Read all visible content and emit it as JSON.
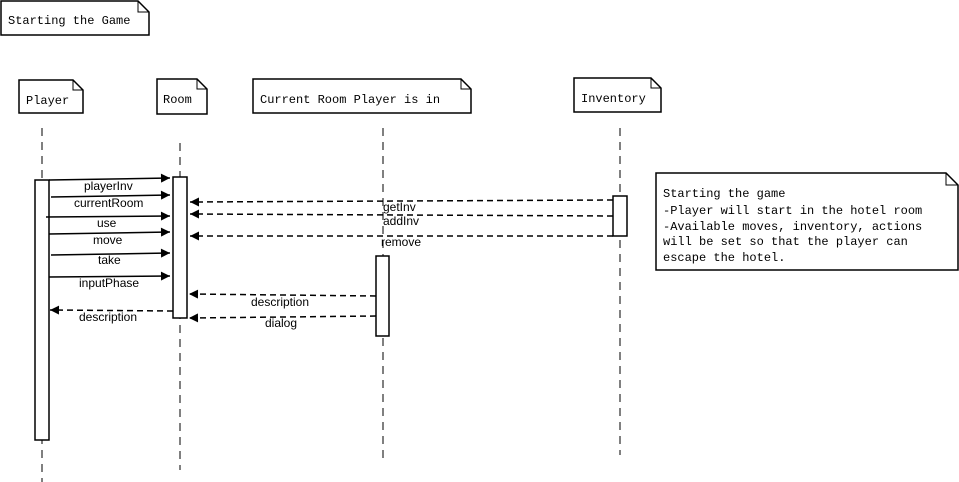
{
  "diagram": {
    "title": "Starting the Game",
    "participants": [
      {
        "id": "player",
        "label": "Player"
      },
      {
        "id": "room",
        "label": "Room"
      },
      {
        "id": "current-room",
        "label": "Current Room Player is in"
      },
      {
        "id": "inventory",
        "label": "Inventory"
      }
    ],
    "messages": [
      {
        "label": "playerInv",
        "from": "player",
        "to": "room",
        "style": "solid"
      },
      {
        "label": "currentRoom",
        "from": "player",
        "to": "room",
        "style": "solid"
      },
      {
        "label": "use",
        "from": "player",
        "to": "room",
        "style": "solid"
      },
      {
        "label": "move",
        "from": "player",
        "to": "room",
        "style": "solid"
      },
      {
        "label": "take",
        "from": "player",
        "to": "room",
        "style": "solid"
      },
      {
        "label": "inputPhase",
        "from": "player",
        "to": "room",
        "style": "solid"
      },
      {
        "label": "getInv",
        "from": "inventory",
        "to": "room",
        "style": "dashed"
      },
      {
        "label": "addInv",
        "from": "inventory",
        "to": "room",
        "style": "dashed"
      },
      {
        "label": "remove",
        "from": "inventory",
        "to": "room",
        "style": "dashed"
      },
      {
        "label": "description",
        "from": "current-room",
        "to": "room",
        "style": "dashed"
      },
      {
        "label": "dialog",
        "from": "current-room",
        "to": "room",
        "style": "dashed"
      },
      {
        "label": "description",
        "from": "room",
        "to": "player",
        "style": "dashed"
      }
    ],
    "note": {
      "lines": [
        "Starting the game",
        "-Player will start in the hotel room",
        "-Available moves, inventory, actions",
        "will be set so that the player can",
        "escape the hotel."
      ]
    }
  }
}
